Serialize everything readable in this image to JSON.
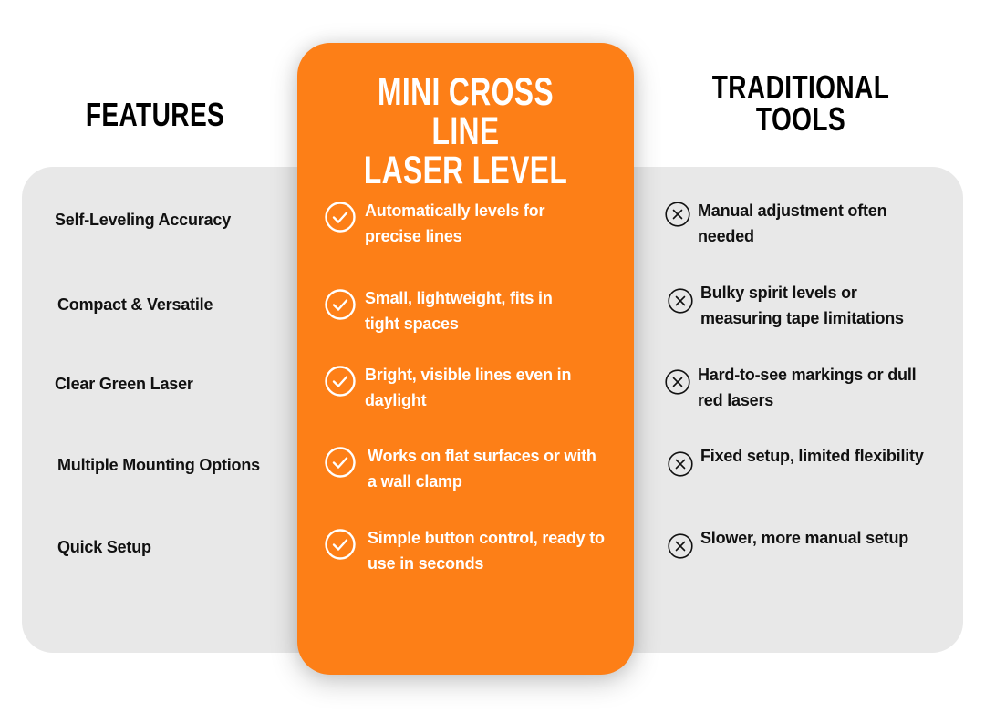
{
  "colors": {
    "accent_orange": "#fd7f17",
    "panel_gray": "#e8e8e8",
    "background": "#ffffff",
    "text_dark": "#111111",
    "text_light": "#ffffff"
  },
  "headers": {
    "features": "FEATURES",
    "product_line1": "MINI CROSS LINE",
    "product_line2": "LASER LEVEL",
    "traditional_line1": "TRADITIONAL",
    "traditional_line2": "TOOLS"
  },
  "rows": [
    {
      "feature": "Self-Leveling Accuracy",
      "product": "Automatically levels for precise lines",
      "product_icon": "check-circle-icon",
      "traditional": "Manual adjustment often needed",
      "traditional_icon": "x-circle-icon"
    },
    {
      "feature": "Compact & Versatile",
      "product": "Small, lightweight, fits in tight spaces",
      "product_icon": "check-circle-icon",
      "traditional": "Bulky spirit levels or measuring tape limitations",
      "traditional_icon": "x-circle-icon"
    },
    {
      "feature": "Clear Green Laser",
      "product": "Bright, visible lines even in daylight",
      "product_icon": "check-circle-icon",
      "traditional": "Hard-to-see markings or dull red lasers",
      "traditional_icon": "x-circle-icon"
    },
    {
      "feature": "Multiple Mounting Options",
      "product": "Works on flat surfaces or with a wall clamp",
      "product_icon": "check-circle-icon",
      "traditional": "Fixed setup, limited flexibility",
      "traditional_icon": "x-circle-icon"
    },
    {
      "feature": "Quick Setup",
      "product": "Simple button control, ready to use in seconds",
      "product_icon": "check-circle-icon",
      "traditional": "Slower, more manual setup",
      "traditional_icon": "x-circle-icon"
    }
  ]
}
